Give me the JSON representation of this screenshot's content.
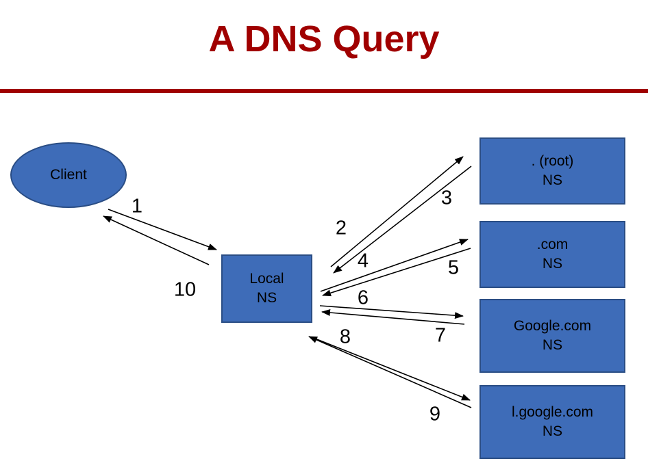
{
  "title": "A DNS Query",
  "nodes": {
    "client": {
      "label": "Client"
    },
    "local_ns": {
      "line1": "Local",
      "line2": "NS"
    },
    "root_ns": {
      "line1": ". (root)",
      "line2": "NS"
    },
    "com_ns": {
      "line1": ".com",
      "line2": "NS"
    },
    "google_ns": {
      "line1": "Google.com",
      "line2": "NS"
    },
    "lgoogle_ns": {
      "line1": "l.google.com",
      "line2": "NS"
    }
  },
  "steps": [
    {
      "label": "1"
    },
    {
      "label": "2"
    },
    {
      "label": "3"
    },
    {
      "label": "4"
    },
    {
      "label": "5"
    },
    {
      "label": "6"
    },
    {
      "label": "7"
    },
    {
      "label": "8"
    },
    {
      "label": "9"
    },
    {
      "label": "10"
    }
  ],
  "colors": {
    "title_red": "#A00000",
    "node_fill": "#3E6CB8",
    "node_border": "#2A4D84",
    "arrow_black": "#000000"
  }
}
